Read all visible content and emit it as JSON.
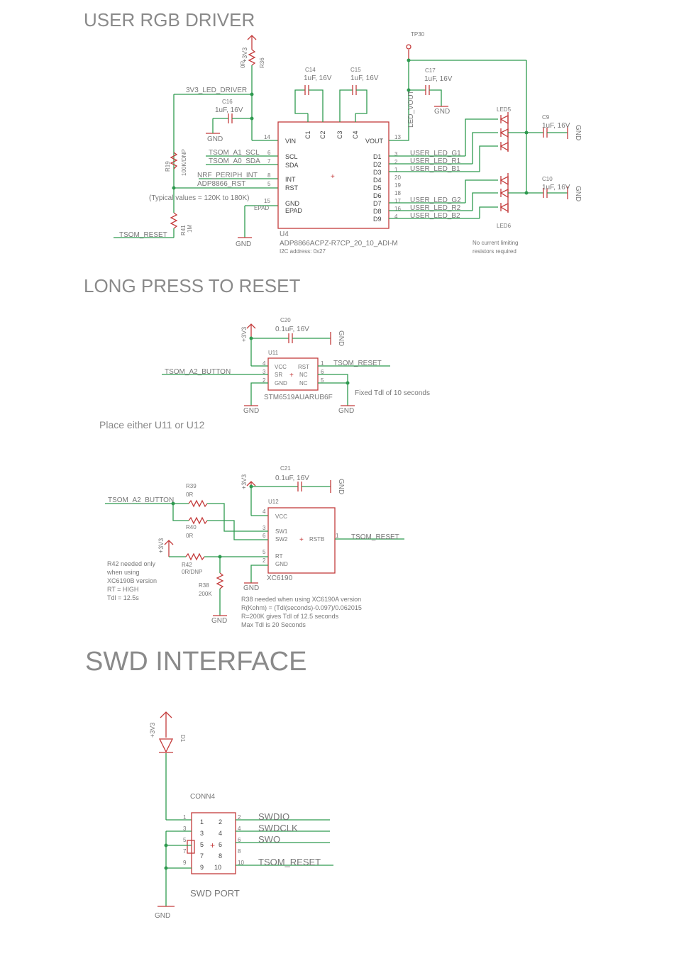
{
  "sections": {
    "rgb": "USER RGB DRIVER",
    "reset": "LONG PRESS TO RESET",
    "swd": "SWD INTERFACE"
  },
  "rgb": {
    "r36": "R36",
    "r36_val": "0R",
    "vcc_33": "+3V3",
    "tp30": "TP30",
    "c14": "C14",
    "c15": "C15",
    "c16": "C16",
    "c17": "C17",
    "cap_1uf16": "1uF, 16V",
    "net_3v3_led": "3V3_LED_DRIVER",
    "gnd": "GND",
    "r19": "R19",
    "r19_val": "100K/DNP",
    "r41": "R41",
    "r41_val": "1M",
    "typical": "(Typical values = 120K to 180K)",
    "net_reset": "TSOM_RESET",
    "u4_pins_left": [
      {
        "num": "14",
        "name": "VIN"
      },
      {
        "num": "6",
        "name": "SCL"
      },
      {
        "num": "7",
        "name": "SDA"
      },
      {
        "num": "8",
        "name": "INT"
      },
      {
        "num": "5",
        "name": "RST"
      },
      {
        "num": "15",
        "name": "GND"
      },
      {
        "num": "EPAD",
        "name": "EPAD"
      }
    ],
    "u4_left_nets": [
      "TSOM_A1_SCL",
      "TSOM_A0_SDA",
      "NRF_PERIPH_INT",
      "ADP8866_RST"
    ],
    "u4_top_pins": [
      "C1",
      "C2",
      "C3",
      "C4"
    ],
    "u4_right_pins": [
      {
        "num": "13",
        "name": "VOUT"
      },
      {
        "num": "3",
        "name": "D1"
      },
      {
        "num": "2",
        "name": "D2"
      },
      {
        "num": "1",
        "name": "D3"
      },
      {
        "num": "20",
        "name": "D4"
      },
      {
        "num": "19",
        "name": "D5"
      },
      {
        "num": "18",
        "name": "D6"
      },
      {
        "num": "17",
        "name": "D7"
      },
      {
        "num": "16",
        "name": "D8"
      },
      {
        "num": "4",
        "name": "D9"
      }
    ],
    "u4_right_nets": [
      "USER_LED_G1",
      "USER_LED_R1",
      "USER_LED_B1",
      "USER_LED_G2",
      "USER_LED_R2",
      "USER_LED_B2"
    ],
    "net_vout": "LED_VOUT",
    "u4_name": "U4",
    "u4_part": "ADP8866ACPZ-R7CP_20_10_ADI-M",
    "u4_addr": "I2C address: 0x27",
    "led5": "LED5",
    "led6": "LED6",
    "c9": "C9",
    "c10": "C10",
    "no_limit": "No current limiting",
    "no_limit2": "resistors required"
  },
  "reset": {
    "c20": "C20",
    "c20_val": "0.1uF, 16V",
    "u11": "U11",
    "net_button": "TSOM_A2_BUTTON",
    "net_reset": "TSOM_RESET",
    "u11_pins_left": [
      {
        "num": "4",
        "name": "VCC"
      },
      {
        "num": "3",
        "name": "SR"
      },
      {
        "num": "2",
        "name": "GND"
      }
    ],
    "u11_pins_right": [
      {
        "num": "1",
        "name": "RST"
      },
      {
        "num": "6",
        "name": "NC"
      },
      {
        "num": "5",
        "name": "NC"
      }
    ],
    "u11_part": "STM6519AUARUB6F",
    "fixed_tdl": "Fixed Tdl of 10 seconds",
    "place_either": "Place either U11 or U12",
    "c21": "C21",
    "c21_val": "0.1uF, 16V",
    "r39": "R39",
    "r39_val": "0R",
    "r40": "R40",
    "r40_val": "0R",
    "r42": "R42",
    "r42_val": "0R/DNP",
    "r38": "R38",
    "r38_val": "200K",
    "u12": "U12",
    "u12_pins_left": [
      {
        "num": "4",
        "name": "VCC"
      },
      {
        "num": "3",
        "name": "SW1"
      },
      {
        "num": "6",
        "name": "SW2"
      },
      {
        "num": "5",
        "name": "RT"
      },
      {
        "num": "2",
        "name": "GND"
      }
    ],
    "u12_pin_right": {
      "num": "1",
      "name": "RSTB"
    },
    "u12_part": "XC6190",
    "r42_note": [
      "R42 needed only",
      "when using",
      "XC6190B version",
      "RT = HIGH",
      "Tdl = 12.5s"
    ],
    "r38_note": [
      "R38 needed when using XC6190A version",
      "R(Kohm) = (Tdl(seconds)-0.097)/0.062015",
      "R=200K gives Tdl of 12.5 seconds",
      "Max Tdl is 20 Seconds"
    ]
  },
  "swd": {
    "vcc": "+3V3",
    "d1": "D1",
    "conn": "CONN4",
    "pins_left": [
      "1",
      "3",
      "5",
      "7",
      "9"
    ],
    "pins_right": [
      "2",
      "4",
      "6",
      "8",
      "10"
    ],
    "nets": [
      "SWDIO",
      "SWDCLK",
      "SWO",
      "TSOM_RESET"
    ],
    "port": "SWD PORT",
    "gnd": "GND"
  }
}
